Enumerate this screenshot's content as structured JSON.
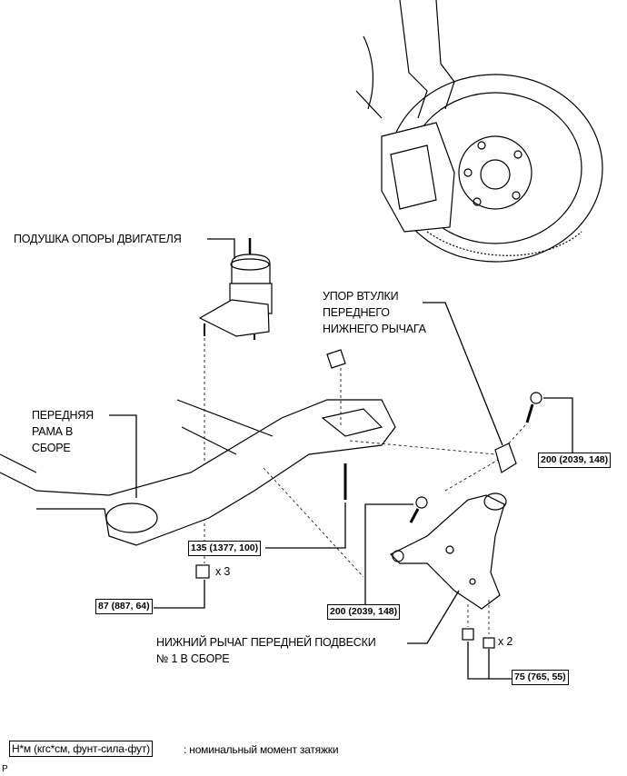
{
  "labels": {
    "engine_mount": "ПОДУШКА ОПОРЫ ДВИГАТЕЛЯ",
    "bushing_stopper": [
      "УПОР ВТУЛКИ",
      "ПЕРЕДНЕГО",
      "НИЖНЕГО РЫЧАГА"
    ],
    "front_frame": [
      "ПЕРЕДНЯЯ",
      "РАМА В",
      "СБОРЕ"
    ],
    "lower_arm": [
      "НИЖНИЙ РЫЧАГ ПЕРЕДНЕЙ ПОДВЕСКИ",
      "№ 1 В СБОРЕ"
    ],
    "qty_x3": "x 3",
    "qty_x2": "x 2"
  },
  "torques": {
    "stopper_bolt": "200 (2039, 148)",
    "frame_bolt": "135 (1377, 100)",
    "mount_nut": "87 (887, 64)",
    "arm_bolt": "200 (2039, 148)",
    "arm_lower": "75 (765, 55)"
  },
  "legend": {
    "unit": "Н*м (кгс*см, фунт-сила-фут)",
    "description": ": номинальный момент затяжки"
  },
  "corner_mark": "P"
}
